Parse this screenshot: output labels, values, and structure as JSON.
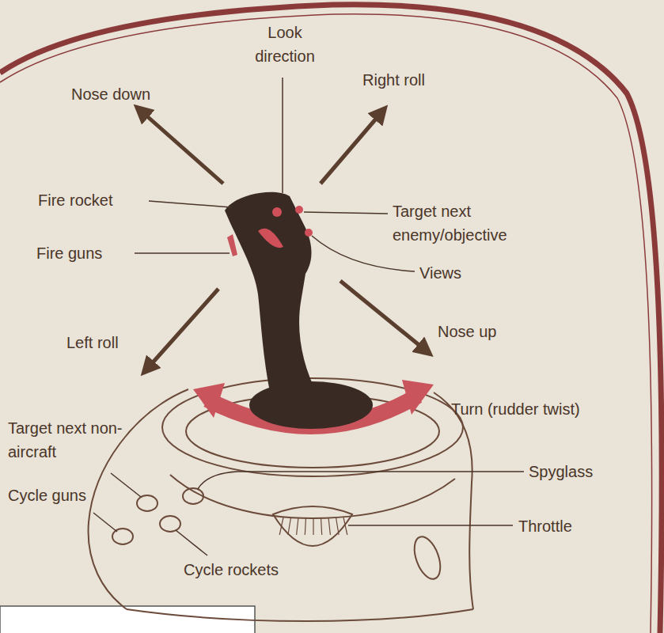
{
  "diagram": {
    "labels": [
      "Look direction",
      "Nose down",
      "Right roll",
      "Fire rocket",
      "Target next enemy/objective",
      "Fire guns",
      "Views",
      "Nose up",
      "Left roll",
      "Turn (rudder twist)",
      "Target next non-aircraft",
      "Spyglass",
      "Cycle guns",
      "Throttle",
      "Cycle rockets"
    ]
  }
}
